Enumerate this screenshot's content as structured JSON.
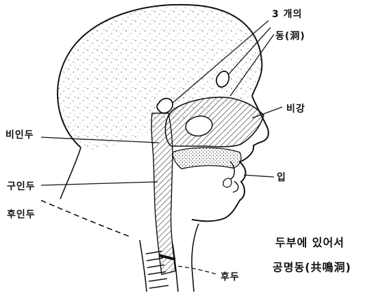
{
  "figure": {
    "labels": {
      "sinuses_line1": "3 개의",
      "sinuses_line2": "동(洞)",
      "nasal_cavity": "비강",
      "nasopharynx": "비인두",
      "oropharynx": "구인두",
      "laryngopharynx": "후인두",
      "mouth": "입",
      "larynx": "후두",
      "caption_line1": "두부에 있어서",
      "caption_line2": "공명동(共鳴洞)"
    }
  }
}
